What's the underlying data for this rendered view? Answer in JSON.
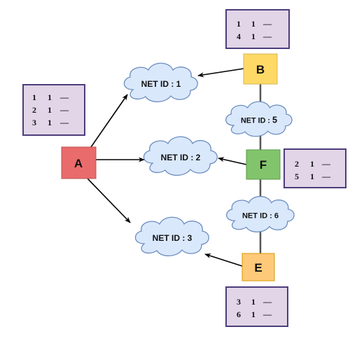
{
  "routers": [
    {
      "id": "A",
      "label": "A",
      "fill": "#ea6b6b",
      "stroke": "#b85450"
    },
    {
      "id": "B",
      "label": "B",
      "fill": "#ffd966",
      "stroke": "#d6b656"
    },
    {
      "id": "F",
      "label": "F",
      "fill": "#82c46c",
      "stroke": "#5a9a48"
    },
    {
      "id": "E",
      "label": "E",
      "fill": "#ffc97a",
      "stroke": "#d79b00"
    }
  ],
  "networks": [
    {
      "id": "net1",
      "prefix": "NET ID : ",
      "num": "1"
    },
    {
      "id": "net2",
      "prefix": "NET ID : ",
      "num": "2"
    },
    {
      "id": "net3",
      "prefix": "NET ID : ",
      "num": "3"
    },
    {
      "id": "net5",
      "prefix": "NET ID : ",
      "num": "5"
    },
    {
      "id": "net6",
      "prefix": "NET ID : ",
      "num": "6"
    }
  ],
  "routing_tables": [
    {
      "router": "A",
      "rows": [
        [
          "1",
          "1",
          "—"
        ],
        [
          "2",
          "1",
          "—"
        ],
        [
          "3",
          "1",
          "—"
        ]
      ]
    },
    {
      "router": "B",
      "rows": [
        [
          "1",
          "1",
          "—"
        ],
        [
          "4",
          "1",
          "—"
        ]
      ]
    },
    {
      "router": "F",
      "rows": [
        [
          "2",
          "1",
          "—"
        ],
        [
          "5",
          "1",
          "—"
        ]
      ]
    },
    {
      "router": "E",
      "rows": [
        [
          "3",
          "1",
          "—"
        ],
        [
          "6",
          "1",
          "—"
        ]
      ]
    }
  ],
  "colors": {
    "cloud_fill": "#dae8fc",
    "cloud_stroke": "#6c8ebf",
    "table_fill": "#e1d5e7",
    "table_stroke": "#4c3d7a",
    "edge": "#000000"
  }
}
